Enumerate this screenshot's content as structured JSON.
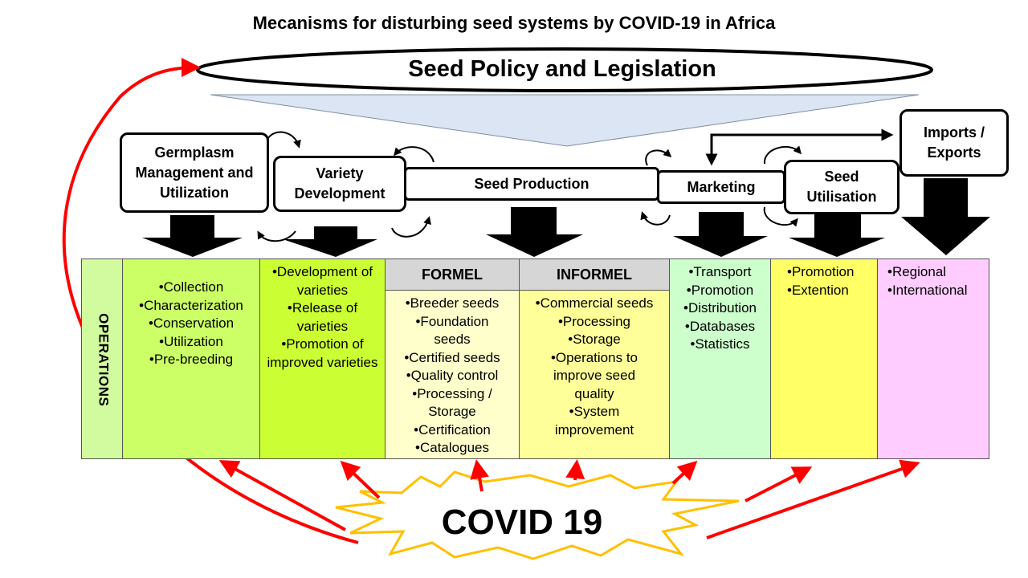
{
  "title": "Mecanisms for disturbing seed systems by COVID-19 in Africa",
  "policy": "Seed Policy and Legislation",
  "stages": {
    "germplasm": "Germplasm Management and Utilization",
    "variety": "Variety Development",
    "seed_production": "Seed Production",
    "marketing": "Marketing",
    "seed_utilisation": "Seed Utilisation",
    "imports_exports": "Imports / Exports"
  },
  "operations_label": "OPERATIONS",
  "columns": {
    "germplasm": [
      "•Collection",
      "•Characterization",
      "•Conservation",
      "•Utilization",
      "•Pre-breeding"
    ],
    "variety": [
      "•Development of varieties",
      "•Release of varieties",
      "•Promotion of improved varieties"
    ],
    "formel": {
      "header": "FORMEL",
      "items": [
        "•Breeder seeds",
        "•Foundation seeds",
        "•Certified seeds",
        "•Quality control",
        "•Processing / Storage",
        "•Certification",
        "•Catalogues"
      ]
    },
    "informel": {
      "header": "INFORMEL",
      "items": [
        "•Commercial seeds",
        "•Processing",
        "•Storage",
        "•Operations to improve seed quality",
        "•System improvement"
      ]
    },
    "marketing": [
      "•Transport",
      "•Promotion",
      "•Distribution",
      "•Databases",
      "•Statistics"
    ],
    "utilisation": [
      "•Promotion",
      "•Extention"
    ],
    "trade": [
      "•Regional",
      "•International"
    ]
  },
  "covid": "COVID 19",
  "colors": {
    "operations": "#d2fba0",
    "germplasm": "#ccff66",
    "variety": "#ccff33",
    "formel": "#ffffcc",
    "informel": "#ffff99",
    "marketing": "#ccffcc",
    "utilisation": "#ffff66",
    "trade": "#ffccff",
    "funnel": "#dbe5f3",
    "covid_star_fill": "#ffffff",
    "covid_star_stroke": "#ffc000",
    "impact_arrow": "#ff0000"
  },
  "icons": [
    "cycle-arrow-icon",
    "down-arrow-icon",
    "impact-arrow-icon",
    "burst-star-icon"
  ]
}
